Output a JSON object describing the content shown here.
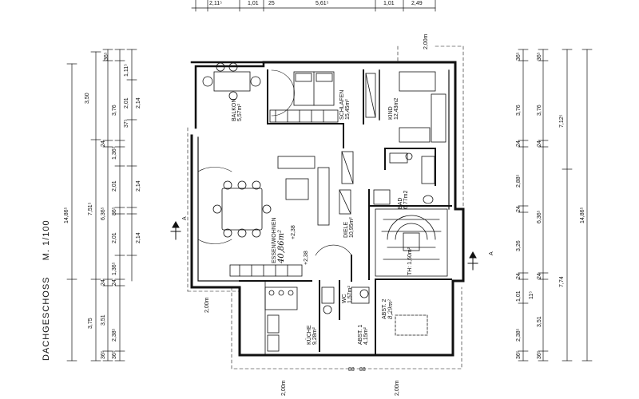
{
  "title": {
    "floor": "DACHGESCHOSS",
    "scale": "M. 1/100"
  },
  "rooms": {
    "balkon": {
      "name": "BALKON",
      "area": "5,57m²"
    },
    "schlafen": {
      "name": "SCHLAFEN",
      "area": "15,45m²"
    },
    "kind": {
      "name": "KIND",
      "area": "12,43m2"
    },
    "bad": {
      "name": "BAD",
      "area": "6,77m2"
    },
    "essen_wohnen": {
      "name": "ESSEN/WOHNEN",
      "area": "40,86m²"
    },
    "diele": {
      "name": "DIELE",
      "area": "10,95m²"
    },
    "th": {
      "name": "TH: 1,60m²"
    },
    "wc": {
      "name": "WC",
      "area": "1,57m²"
    },
    "kueche": {
      "name": "KÜCHE",
      "area": "9,28m²"
    },
    "abst1": {
      "name": "ABST. 1",
      "area": "4,15m²"
    },
    "abst2": {
      "name": "ABST. 2",
      "area": "8,29m²"
    }
  },
  "markers": {
    "section_a_left": "A",
    "section_a_right": "A",
    "height_a": "+2,38",
    "height_b": "+2,38"
  },
  "dims": {
    "top": [
      "2,11⁵",
      "1,01",
      "25",
      "5,61⁵",
      "1,01",
      "2,49"
    ],
    "left_outer_total": "14,86⁵",
    "left_seg": [
      "7,51⁵",
      "3,75"
    ],
    "left_mid": [
      "3,50",
      "24",
      "6,36⁵",
      "24",
      "3,51",
      "36⁵"
    ],
    "left_inner_a": [
      "36⁵",
      "3,76",
      "1,36⁵",
      "2,01",
      "86⁵",
      "2,01",
      "1,36⁵",
      "24",
      "2,38⁵",
      "36⁵"
    ],
    "left_inner_b": [
      "1,11⁵",
      "2,01",
      "37⁵",
      "2,14",
      "2,14",
      "2,14"
    ],
    "left_small": [
      "2,00m"
    ],
    "right_outer_total": "14,86⁵",
    "right_seg": [
      "7,12⁵",
      "7,74"
    ],
    "right_inner_a": [
      "36⁵",
      "3,76",
      "24",
      "2,88⁵",
      "24",
      "3,26",
      "24",
      "11⁵",
      "1,01",
      "2,38⁵",
      "36⁵"
    ],
    "right_inner_b": [
      "36⁵",
      "3,76",
      "24",
      "6,36⁵",
      "24",
      "3,51",
      "36⁵"
    ],
    "right_small": [
      "2,00m",
      "2,00m"
    ],
    "bottom": [
      "2,00m",
      "88",
      "88",
      "2,00m"
    ],
    "top_small": [
      "2,00m"
    ]
  }
}
